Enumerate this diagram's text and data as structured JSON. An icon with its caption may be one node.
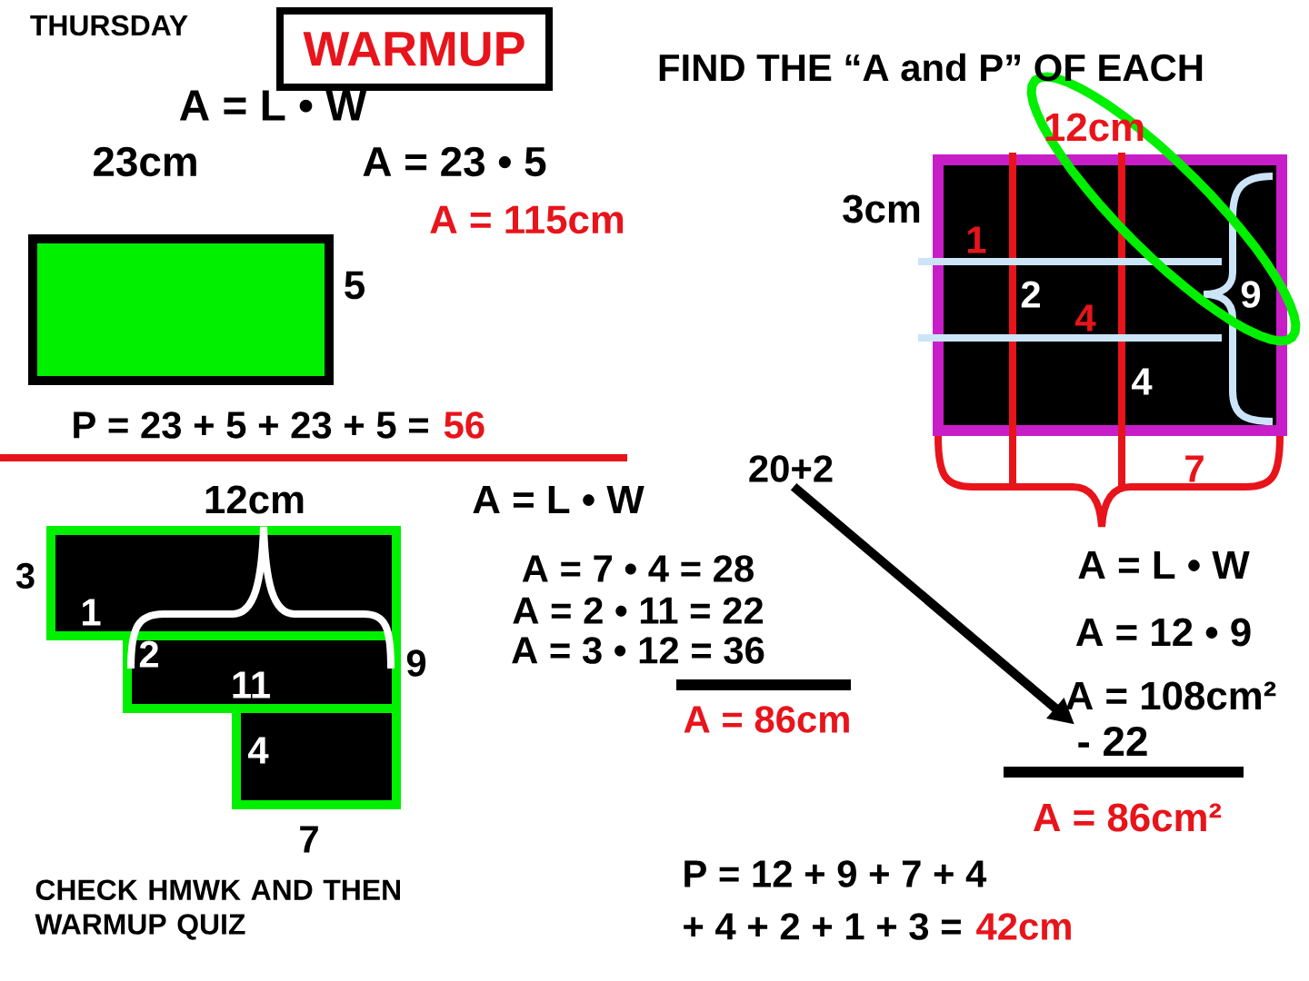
{
  "diagram": {
    "title": "FIND THE “A and P” OF EACH",
    "nodes": [
      {
        "text": [
          "WARMUP"
        ]
      },
      {
        "text": [],
        "shape": "box"
      },
      {
        "text": [],
        "shape": "box"
      },
      {
        "text": [],
        "shape": "box"
      },
      {
        "text": [],
        "shape": "box"
      },
      {
        "text": [],
        "shape": "box"
      },
      {
        "text": [
          "20+2"
        ]
      },
      {
        "text": [
          "- 22"
        ]
      }
    ],
    "edges": [
      {
        "from": 6,
        "to": 7,
        "arrow": "to"
      }
    ],
    "labels": [
      "THURSDAY",
      "A = L • W",
      "23cm",
      "A = 23 • 5",
      "A = 115cm",
      "5",
      "P = 23 + 5 + 23 + 5 =",
      "56",
      "12cm",
      "3",
      "1",
      "2",
      "11",
      "4",
      "9",
      "7",
      "A = L • W",
      "A = 7 • 4 = 28",
      "A = 2 • 11 = 22",
      "A = 3 • 12 = 36",
      "A = 86cm",
      "12cm",
      "3cm",
      "1",
      "2",
      "4",
      "9",
      "4",
      "7",
      "A = L • W",
      "A = 12 • 9",
      "A = 108cm²",
      "A = 86cm²",
      "P = 12 + 9 + 7 + 4",
      "+ 4 + 2 + 1 + 3 =",
      "42cm",
      "CHECK HMWK AND THEN WARMUP QUIZ"
    ]
  }
}
